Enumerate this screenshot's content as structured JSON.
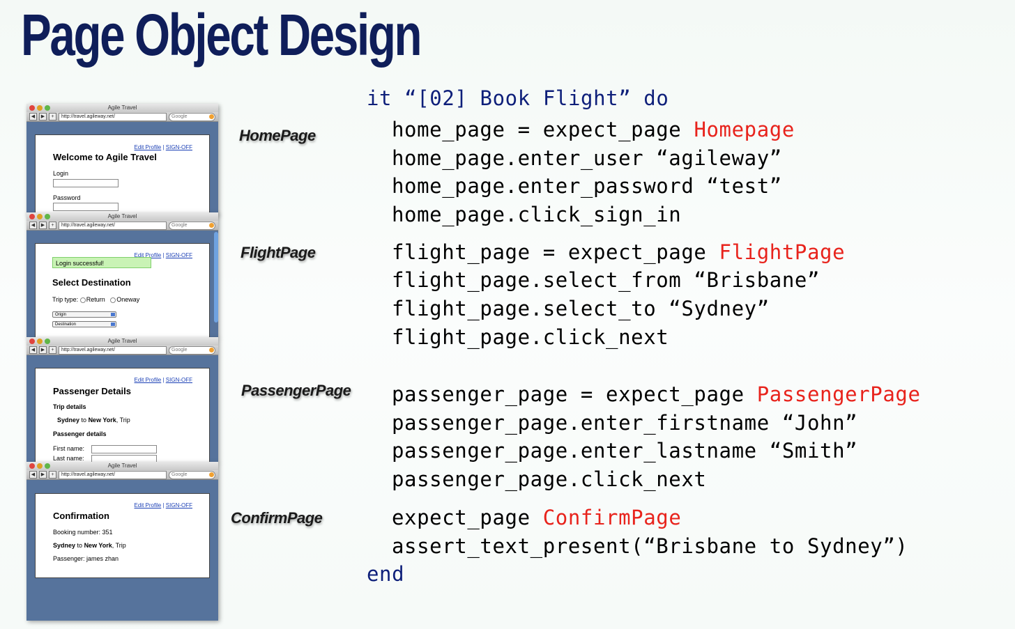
{
  "title": "Page Object Design",
  "browser": {
    "window_title": "Agile Travel",
    "url": "http://travel.agileway.net/",
    "search_placeholder": "Google",
    "edit_profile": "Edit Profile",
    "separator": "|",
    "sign_off": "SIGN-OFF"
  },
  "screens": {
    "home": {
      "heading": "Welcome to Agile Travel",
      "login_label": "Login",
      "password_label": "Password"
    },
    "flight": {
      "success": "Login successful!",
      "heading": "Select Destination",
      "trip_type_label": "Trip type:",
      "return_label": "Return",
      "oneway_label": "Oneway",
      "origin": "Origin",
      "destination": "Destination"
    },
    "passenger": {
      "heading": "Passenger Details",
      "trip_details": "Trip details",
      "trip_from": "Sydney",
      "trip_to_word": "to",
      "trip_to": "New York",
      "trip_suffix": ", Trip",
      "passenger_details": "Passenger details",
      "first_name": "First name:",
      "last_name": "Last name:"
    },
    "confirm": {
      "heading": "Confirmation",
      "booking": "Booking number: 351",
      "trip_from": "Sydney",
      "trip_to_word": "to",
      "trip_to": "New York",
      "trip_suffix": ", Trip",
      "passenger": "Passenger: james zhan"
    }
  },
  "page_labels": [
    "HomePage",
    "FlightPage",
    "PassengerPage",
    "ConfirmPage"
  ],
  "code": {
    "open": "it “[02] Book Flight” do",
    "home": [
      {
        "text": "home_page = expect_page ",
        "cls": "Homepage"
      },
      {
        "text": "home_page.enter_user “agileway”"
      },
      {
        "text": "home_page.enter_password “test”"
      },
      {
        "text": "home_page.click_sign_in"
      }
    ],
    "flight": [
      {
        "text": "flight_page = expect_page ",
        "cls": "FlightPage"
      },
      {
        "text": "flight_page.select_from “Brisbane”"
      },
      {
        "text": "flight_page.select_to “Sydney”"
      },
      {
        "text": "flight_page.click_next"
      }
    ],
    "passenger": [
      {
        "text": "passenger_page = expect_page ",
        "cls": "PassengerPage"
      },
      {
        "text": "passenger_page.enter_firstname “John”"
      },
      {
        "text": "passenger_page.enter_lastname “Smith”"
      },
      {
        "text": "passenger_page.click_next"
      }
    ],
    "confirm": [
      {
        "text": "expect_page ",
        "cls": "ConfirmPage"
      },
      {
        "text": "assert_text_present(“Brisbane to Sydney”)"
      }
    ],
    "close": "end"
  },
  "colors": {
    "title": "#0f1e5a",
    "keyword": "#0e1f7a",
    "class_name": "#e8231c"
  }
}
